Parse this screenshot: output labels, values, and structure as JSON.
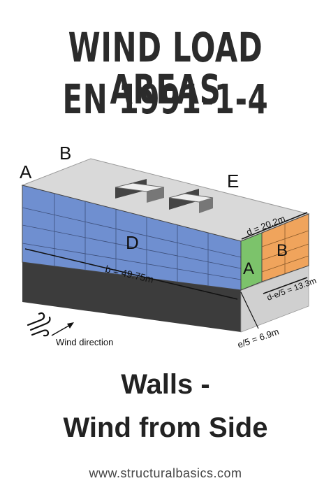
{
  "header": {
    "title_line1": "WIND LOAD AREAS",
    "title_line2": "EN 1991-1-4"
  },
  "diagram": {
    "zone_labels": {
      "a_left": "A",
      "b_left": "B",
      "e": "E",
      "d": "D",
      "a_side": "A",
      "b_side": "B"
    },
    "dimensions": {
      "d": "d = 20.2m",
      "b": "b = 49.75m",
      "d_minus_e5": "d-e/5 = 13.3m",
      "e5": "e/5 = 6.9m"
    },
    "wind_label": "Wind direction",
    "colors": {
      "zone_d_blue": "#6f8fd0",
      "zone_a_green": "#7cc36b",
      "zone_b_orange": "#f0a45c",
      "roof_gray": "#d6d6d6",
      "base_dark": "#3a3a3a"
    }
  },
  "footer": {
    "subtitle_line1": "Walls -",
    "subtitle_line2": "Wind from Side",
    "website": "www.structuralbasics.com"
  }
}
